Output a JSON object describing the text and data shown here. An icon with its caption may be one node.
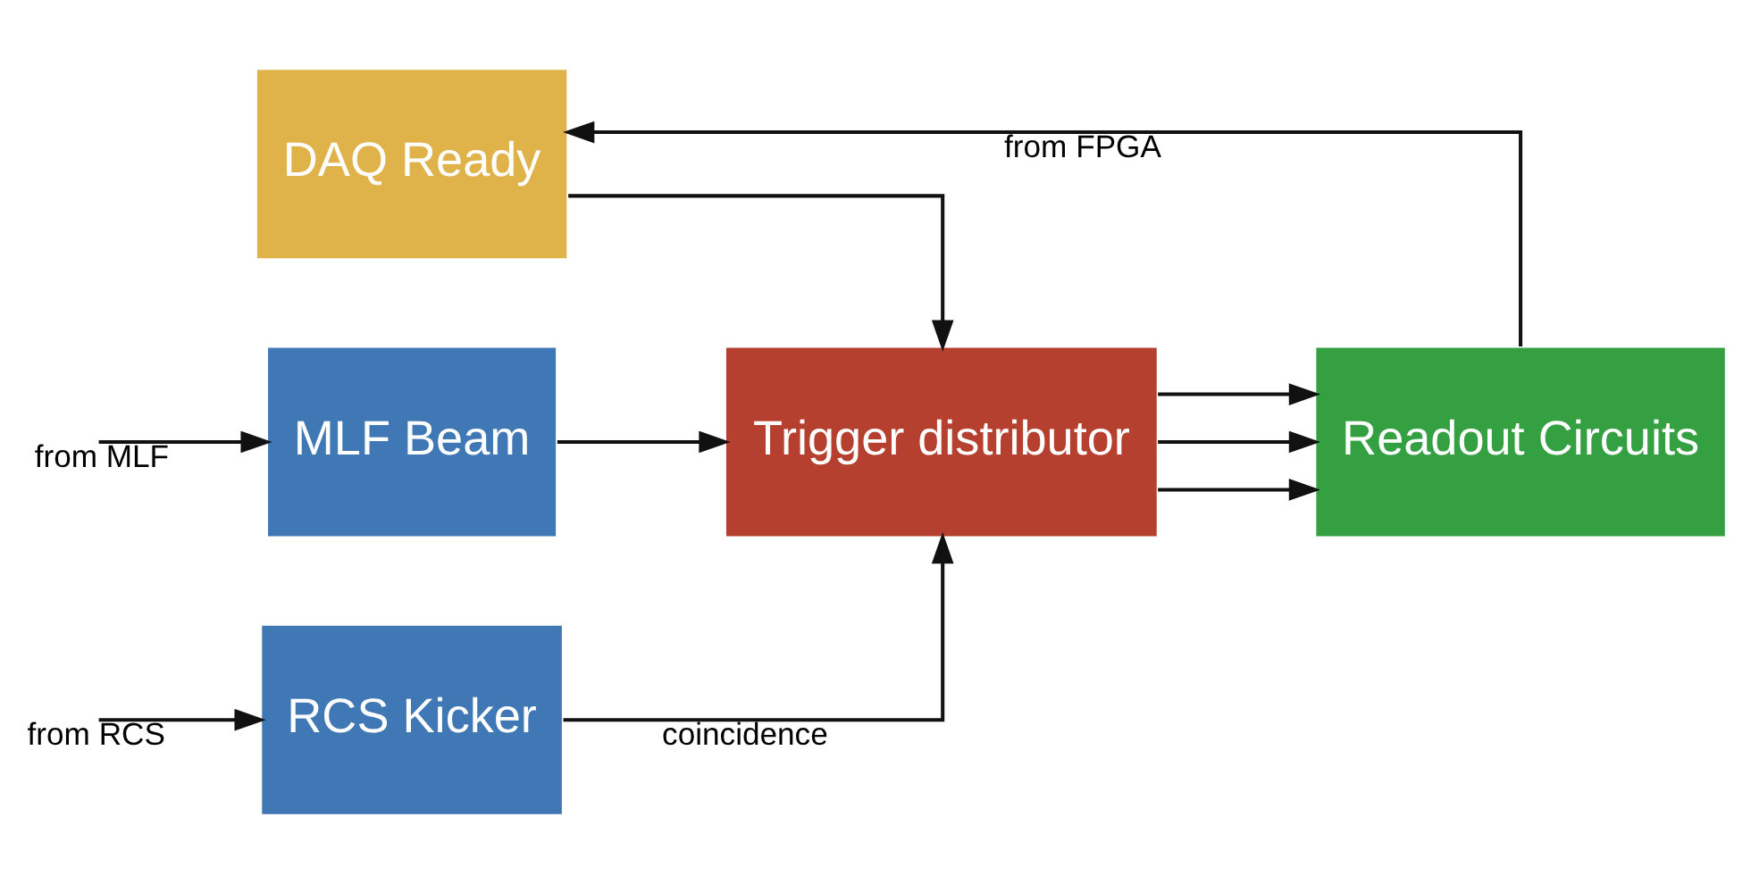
{
  "diagram": {
    "nodes": [
      {
        "text": [
          "RCS Kicker"
        ]
      },
      {
        "text": [
          "MLF Beam"
        ]
      },
      {
        "text": [
          "DAQ Ready"
        ]
      },
      {
        "text": [
          "Trigger distributor"
        ]
      },
      {
        "text": [
          "Readout Circuits"
        ]
      }
    ],
    "edges": [
      {
        "from": null,
        "to": 0,
        "arrow": "to",
        "label": "from RCS"
      },
      {
        "from": null,
        "to": 1,
        "arrow": "to",
        "label": "from MLF"
      },
      {
        "from": 0,
        "to": 3,
        "arrow": "to",
        "label": "coincidence"
      },
      {
        "from": 1,
        "to": 3,
        "arrow": "to"
      },
      {
        "from": 2,
        "to": 3,
        "arrow": "to"
      },
      {
        "from": 3,
        "to": 4,
        "arrow": "to"
      },
      {
        "from": 3,
        "to": 4,
        "arrow": "to"
      },
      {
        "from": 3,
        "to": 4,
        "arrow": "to"
      },
      {
        "from": 4,
        "to": 2,
        "arrow": "to",
        "label": "from FPGA"
      }
    ]
  }
}
